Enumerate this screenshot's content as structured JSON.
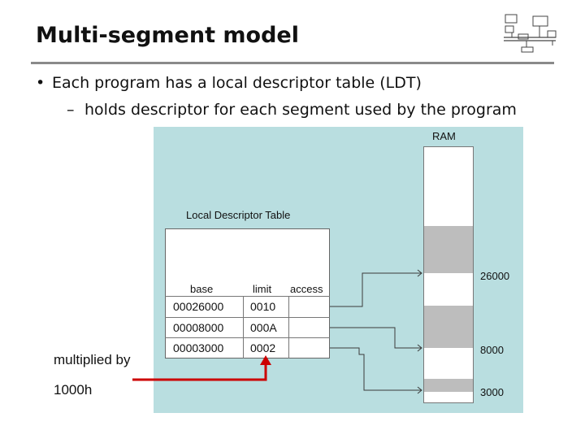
{
  "slide": {
    "title": "Multi-segment model",
    "bullet1": "Each program has a local descriptor table (LDT)",
    "bullet2": "holds descriptor for each segment used by the program",
    "bullet1_marker": "•",
    "bullet2_marker": "–"
  },
  "ldt": {
    "caption": "Local Descriptor Table",
    "headers": [
      "base",
      "limit",
      "access"
    ],
    "rows": [
      {
        "base": "00026000",
        "limit": "0010",
        "access": ""
      },
      {
        "base": "00008000",
        "limit": "000A",
        "access": ""
      },
      {
        "base": "00003000",
        "limit": "0002",
        "access": ""
      }
    ]
  },
  "ram": {
    "label": "RAM",
    "addresses": [
      "26000",
      "8000",
      "3000"
    ]
  },
  "note": {
    "line1": "multiplied by",
    "line2": "1000h"
  },
  "colors": {
    "panel": "#b9dee0",
    "segment": "#bdbdbd",
    "pointer": "#cc0000"
  },
  "icons": {
    "logo": "computer-architecture-diagram-icon"
  }
}
